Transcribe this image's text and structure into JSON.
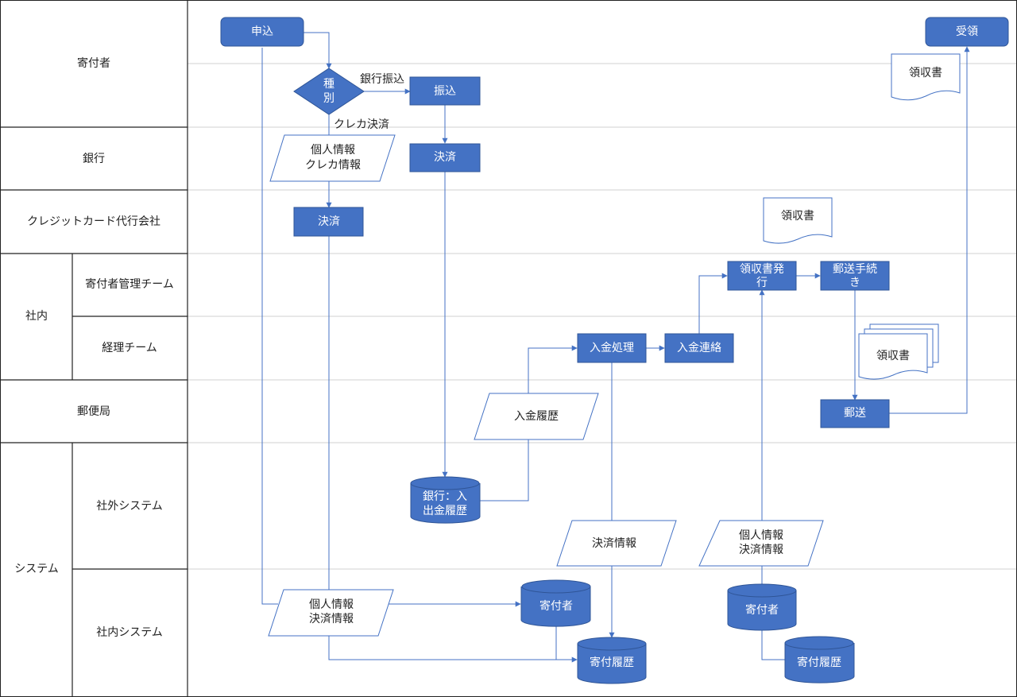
{
  "lanes": {
    "kifusha": "寄付者",
    "ginko": "銀行",
    "credit": "クレジットカード代行会社",
    "shanai": "社内",
    "kanri": "寄付者管理チーム",
    "keiri": "経理チーム",
    "yubin": "郵便局",
    "system": "システム",
    "shagai_sys": "社外システム",
    "shanai_sys": "社内システム"
  },
  "nodes": {
    "moushikomi": "申込",
    "juryo": "受領",
    "shubetsu": [
      "種",
      "別"
    ],
    "furikomi": "振込",
    "kessai_bank": "決済",
    "kessai_card": "決済",
    "info_card": [
      "個人情報",
      "クレカ情報"
    ],
    "receipt_top": "領収書",
    "receipt_mid": "領収書",
    "receipt_issue": [
      "領収書発",
      "行"
    ],
    "yuso_tetsuzuki": [
      "郵送手続",
      "き"
    ],
    "receipt_stack": "領収書",
    "nyukin_shori": "入金処理",
    "nyukin_renraku": "入金連絡",
    "nyukin_rireki": "入金履歴",
    "yuso": "郵送",
    "bank_db": [
      "銀行：入",
      "出金履歴"
    ],
    "kessai_info": "決済情報",
    "info_kessai_right": [
      "個人情報",
      "決済情報"
    ],
    "info_kessai_left": [
      "個人情報",
      "決済情報"
    ],
    "kifusha_db_left": "寄付者",
    "kifu_rireki_left": "寄付履歴",
    "kifusha_db_right": "寄付者",
    "kifu_rireki_right": "寄付履歴"
  },
  "edge_labels": {
    "bank_transfer": "銀行振込",
    "card_payment": "クレカ決済"
  },
  "colors": {
    "process_fill": "#4472c4",
    "process_stroke": "#2f5597",
    "flow_line": "#4472c4",
    "lane_border": "#222222",
    "lane_separator": "#d0d0d0"
  }
}
